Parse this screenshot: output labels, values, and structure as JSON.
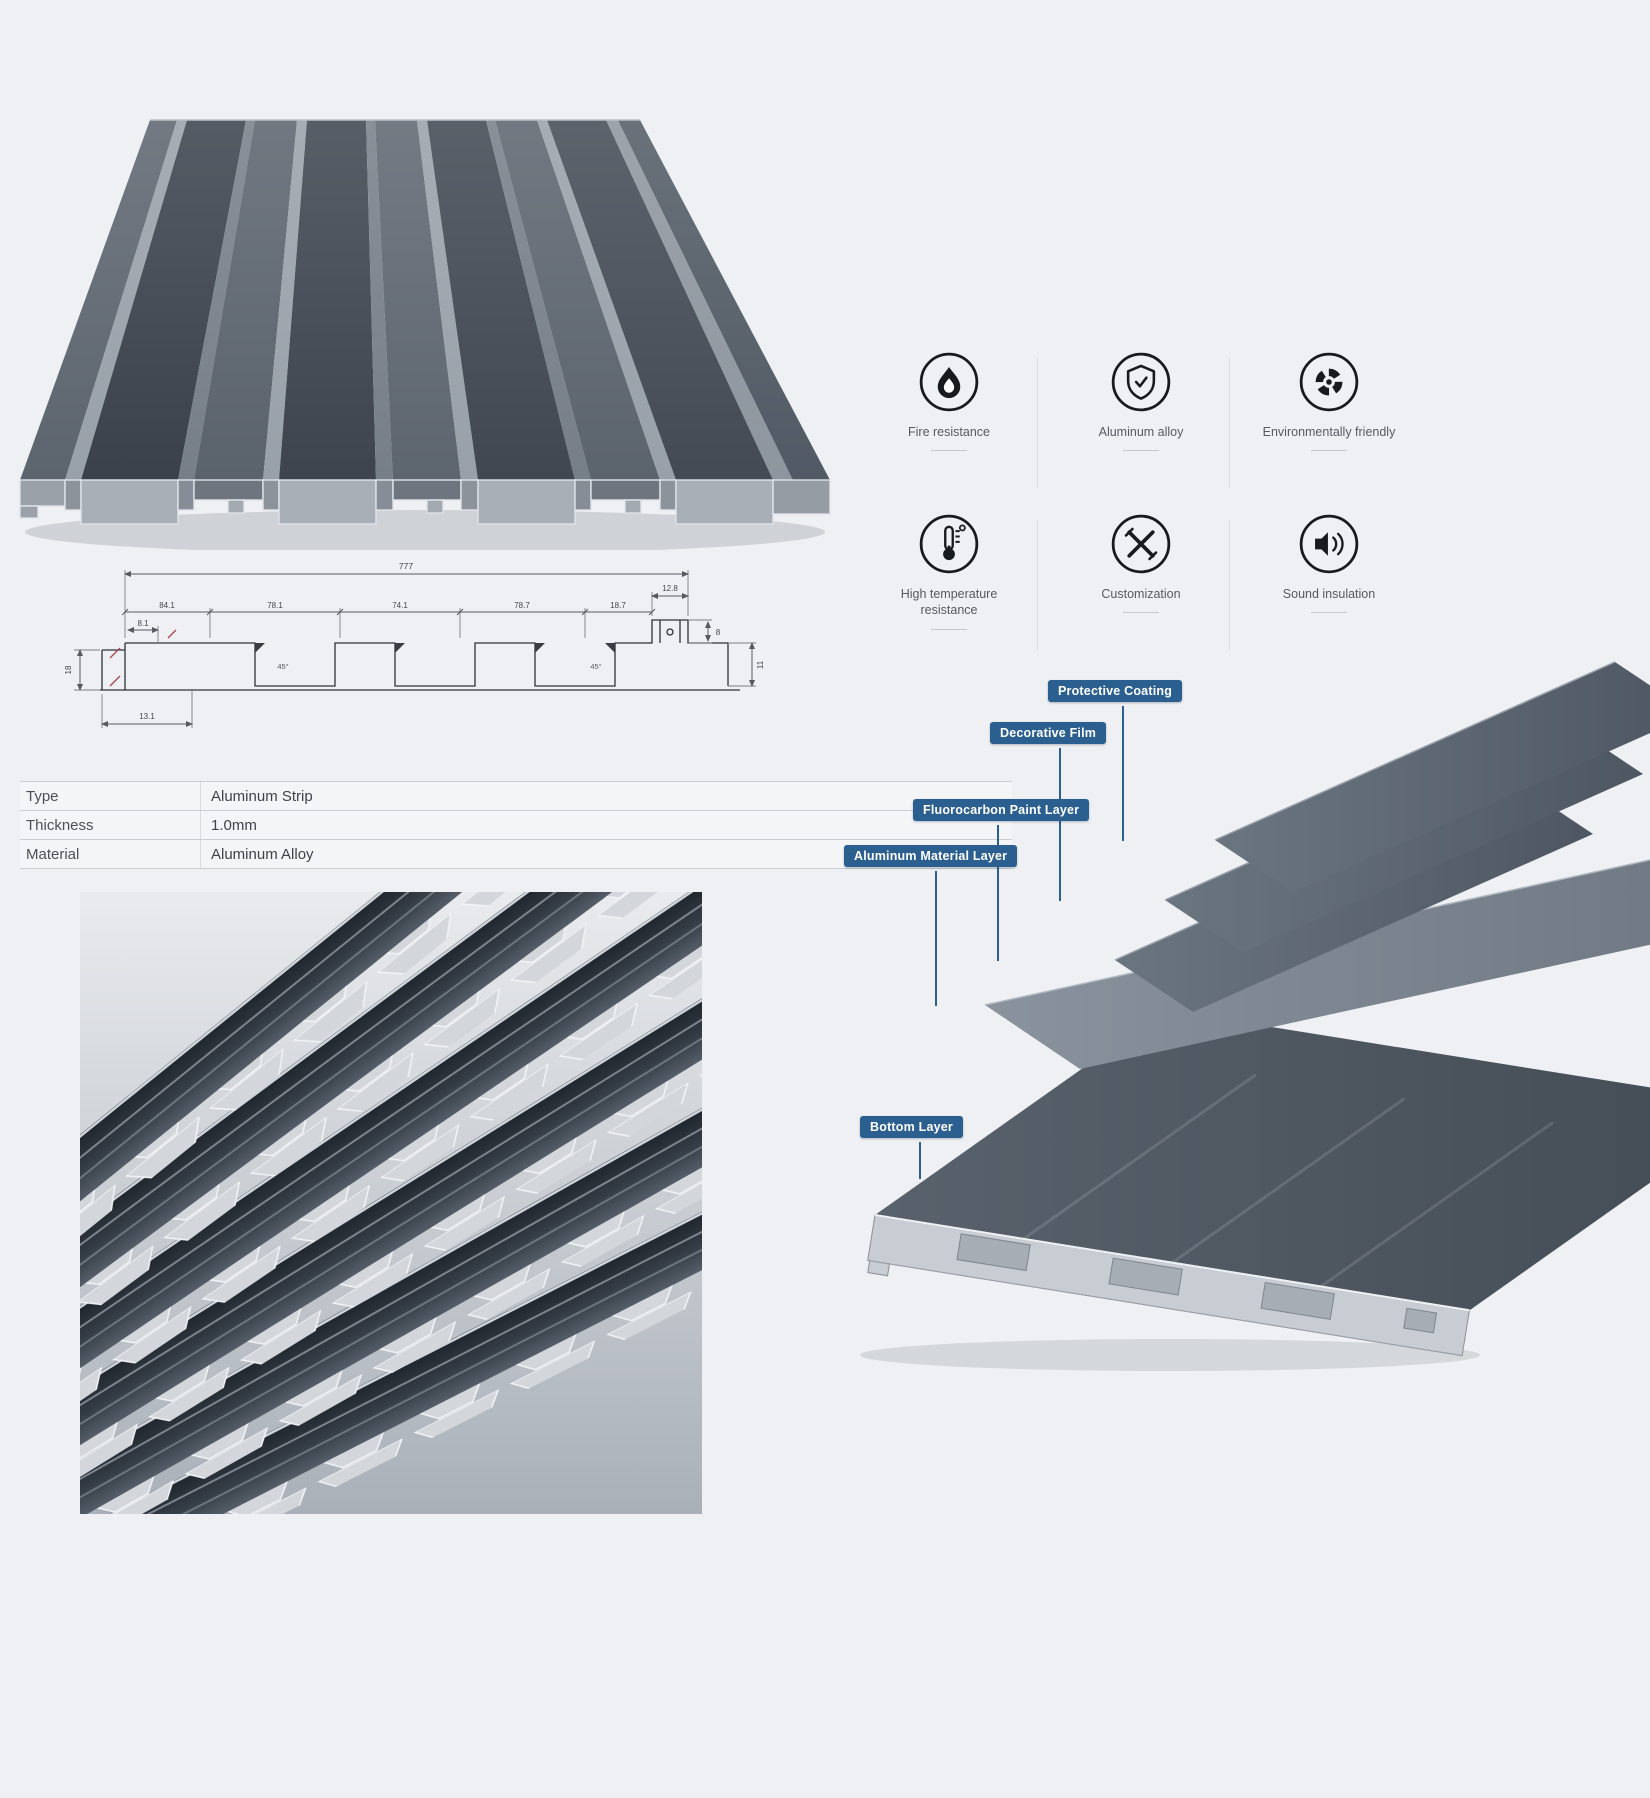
{
  "colors": {
    "badge_blue": "#2a5f8f",
    "panel_dark": "#3d444e",
    "metal_silver": "#c8cdd3",
    "page_bg": "#eef0f3"
  },
  "spec_table": {
    "rows": [
      {
        "label": "Type",
        "value": "Aluminum Strip"
      },
      {
        "label": "Thickness",
        "value": "1.0mm"
      },
      {
        "label": "Material",
        "value": "Aluminum Alloy"
      }
    ]
  },
  "features": {
    "items": [
      {
        "name": "fire-resistance",
        "label": "Fire resistance"
      },
      {
        "name": "aluminum-alloy",
        "label": "Aluminum alloy"
      },
      {
        "name": "environmentally-friendly",
        "label": "Environmentally friendly"
      },
      {
        "name": "temperature-resistance",
        "label": "High temperature resistance"
      },
      {
        "name": "customization",
        "label": "Customization"
      },
      {
        "name": "sound-insulation",
        "label": "Sound insulation"
      }
    ]
  },
  "layer_labels": [
    {
      "text": "Protective Coating"
    },
    {
      "text": "Decorative Film"
    },
    {
      "text": "Fluorocarbon Paint Layer"
    },
    {
      "text": "Aluminum Material Layer"
    },
    {
      "text": "Bottom Layer"
    }
  ],
  "technical_drawing": {
    "overall_width": "777",
    "seg_dims": [
      "84.1",
      "78.1",
      "74.1",
      "78.7",
      "18.7"
    ],
    "dim_right_width": "12.8",
    "dim_lip": "8",
    "dim_left_height": "18",
    "dim_right_height": "11",
    "dim_bottom_left": "13.1",
    "dim_left_top": "8.1",
    "angle": "45°"
  }
}
